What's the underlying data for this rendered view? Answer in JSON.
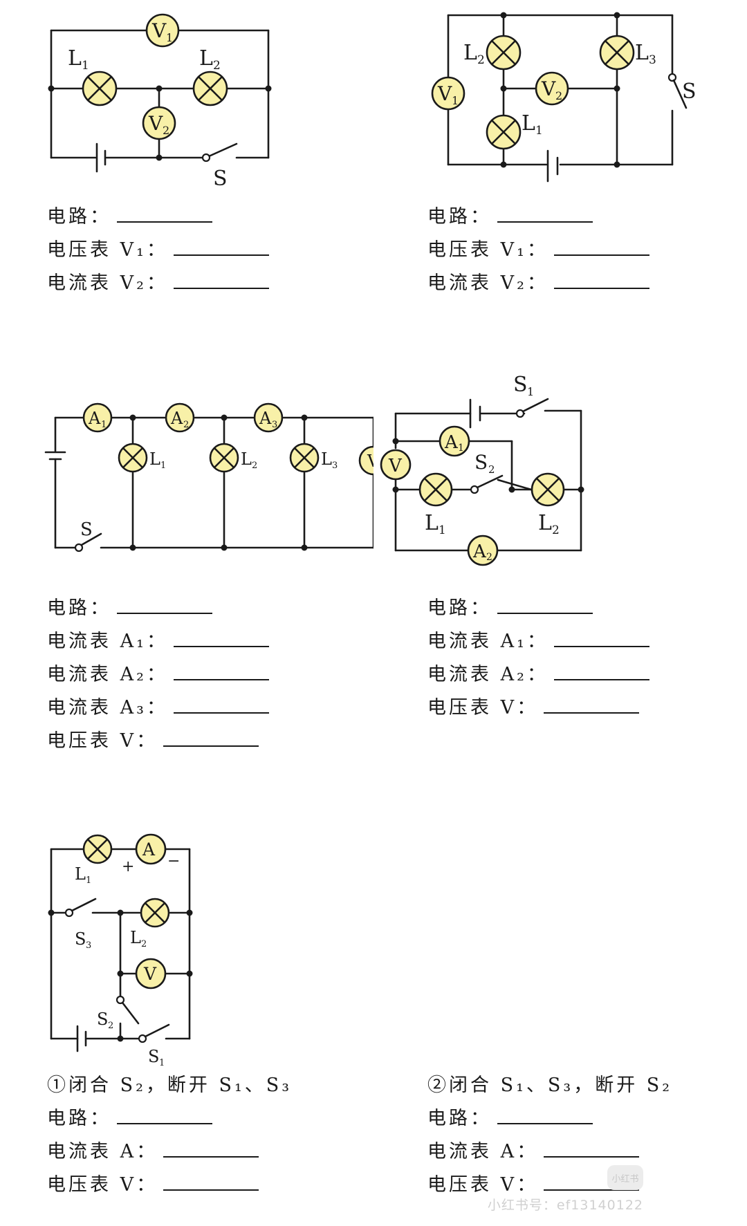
{
  "circuit1": {
    "labels": {
      "v1": "V",
      "v1_sub": "1",
      "v2": "V",
      "v2_sub": "2",
      "l1": "L",
      "l1_sub": "1",
      "l2": "L",
      "l2_sub": "2",
      "s": "S"
    },
    "questions": [
      {
        "label": "电路："
      },
      {
        "label": "电压表 V₁："
      },
      {
        "label": "电流表 V₂："
      }
    ]
  },
  "circuit2": {
    "labels": {
      "v1": "V",
      "v1_sub": "1",
      "v2": "V",
      "v2_sub": "2",
      "l1": "L",
      "l1_sub": "1",
      "l2": "L",
      "l2_sub": "2",
      "l3": "L",
      "l3_sub": "3",
      "s": "S"
    },
    "questions": [
      {
        "label": "电路："
      },
      {
        "label": "电压表 V₁："
      },
      {
        "label": "电流表 V₂："
      }
    ]
  },
  "circuit3": {
    "labels": {
      "a1": "A",
      "a1_sub": "1",
      "a2": "A",
      "a2_sub": "2",
      "a3": "A",
      "a3_sub": "3",
      "v": "V",
      "l1": "L",
      "l1_sub": "1",
      "l2": "L",
      "l2_sub": "2",
      "l3": "L",
      "l3_sub": "3",
      "s": "S"
    },
    "questions": [
      {
        "label": "电路："
      },
      {
        "label": "电流表 A₁："
      },
      {
        "label": "电流表 A₂："
      },
      {
        "label": "电流表 A₃："
      },
      {
        "label": "电压表 V："
      }
    ]
  },
  "circuit4": {
    "labels": {
      "a1": "A",
      "a1_sub": "1",
      "a2": "A",
      "a2_sub": "2",
      "v": "V",
      "l1": "L",
      "l1_sub": "1",
      "l2": "L",
      "l2_sub": "2",
      "s1": "S",
      "s1_sub": "1",
      "s2": "S",
      "s2_sub": "2"
    },
    "questions": [
      {
        "label": "电路："
      },
      {
        "label": "电流表 A₁："
      },
      {
        "label": "电流表 A₂："
      },
      {
        "label": "电压表 V："
      }
    ]
  },
  "circuit5": {
    "labels": {
      "a": "A",
      "plus": "+",
      "minus": "−",
      "v": "V",
      "l1": "L",
      "l1_sub": "1",
      "l2": "L",
      "l2_sub": "2",
      "s1": "S",
      "s1_sub": "1",
      "s2": "S",
      "s2_sub": "2",
      "s3": "S",
      "s3_sub": "3"
    },
    "condition1": "①闭合 S₂，断开 S₁、S₃",
    "condition2": "②闭合 S₁、S₃，断开 S₂",
    "questions1": [
      {
        "label": "电路："
      },
      {
        "label": "电流表 A："
      },
      {
        "label": "电压表 V："
      }
    ],
    "questions2": [
      {
        "label": "电路："
      },
      {
        "label": "电流表 A："
      },
      {
        "label": "电压表 V："
      }
    ]
  },
  "watermark": {
    "logo": "小红书",
    "text": "小红书号：ef13140122"
  }
}
